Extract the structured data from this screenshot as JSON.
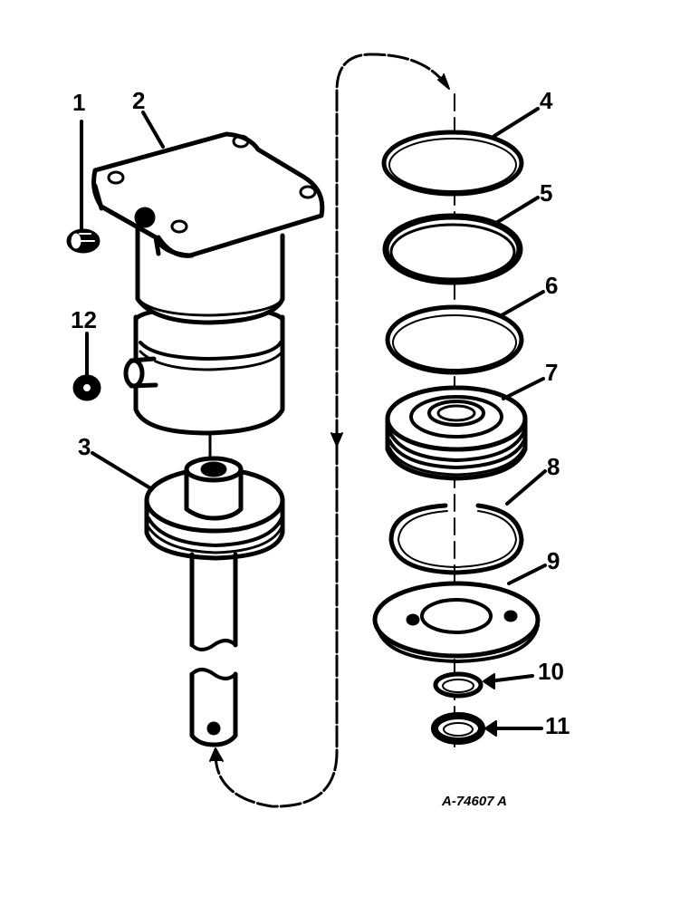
{
  "diagram": {
    "callouts": [
      {
        "id": "1",
        "label": "1"
      },
      {
        "id": "2",
        "label": "2"
      },
      {
        "id": "3",
        "label": "3"
      },
      {
        "id": "4",
        "label": "4"
      },
      {
        "id": "5",
        "label": "5"
      },
      {
        "id": "6",
        "label": "6"
      },
      {
        "id": "7",
        "label": "7"
      },
      {
        "id": "8",
        "label": "8"
      },
      {
        "id": "9",
        "label": "9"
      },
      {
        "id": "10",
        "label": "10"
      },
      {
        "id": "11",
        "label": "11"
      },
      {
        "id": "12",
        "label": "12"
      }
    ],
    "drawing_code": "A-74607 A",
    "colors": {
      "ink": "#000000",
      "paper": "#ffffff"
    }
  }
}
